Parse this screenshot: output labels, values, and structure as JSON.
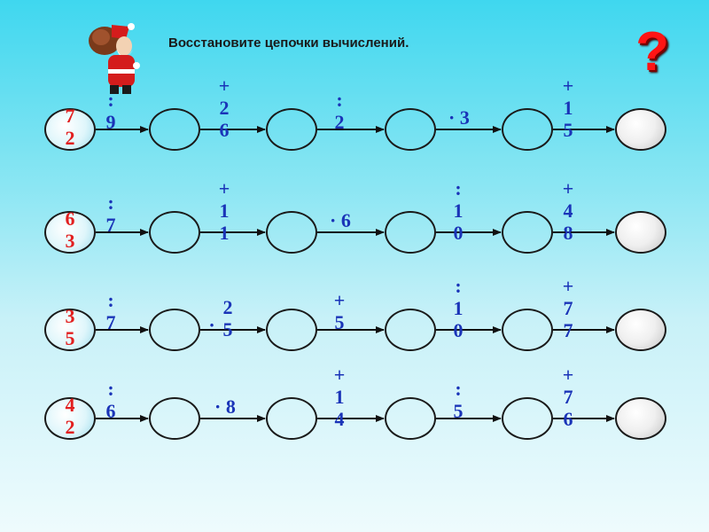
{
  "title": "Восстановите цепочки вычислений.",
  "question_mark": "?",
  "colors": {
    "start_number": "#e21f1f",
    "operation": "#1a34b8",
    "question": "#ff1414"
  },
  "icons": {
    "mascot": "santa-claus-character-icon"
  },
  "chains": [
    {
      "start": [
        "7",
        "2"
      ],
      "ops": [
        {
          "kind": "vertical",
          "lines": [
            ":",
            "9"
          ]
        },
        {
          "kind": "vertical",
          "lines": [
            "+",
            "2",
            "6"
          ]
        },
        {
          "kind": "vertical",
          "lines": [
            ":",
            "2"
          ]
        },
        {
          "kind": "inline",
          "text": "· 3"
        },
        {
          "kind": "vertical",
          "lines": [
            "+",
            "1",
            "5"
          ]
        }
      ]
    },
    {
      "start": [
        "6",
        "3"
      ],
      "ops": [
        {
          "kind": "vertical",
          "lines": [
            ":",
            "7"
          ]
        },
        {
          "kind": "vertical",
          "lines": [
            "+",
            "1",
            "1"
          ]
        },
        {
          "kind": "inline",
          "text": "· 6"
        },
        {
          "kind": "vertical",
          "lines": [
            ":",
            "1",
            "0"
          ]
        },
        {
          "kind": "vertical",
          "lines": [
            "+",
            "4",
            "8"
          ]
        }
      ]
    },
    {
      "start": [
        "3",
        "5"
      ],
      "ops": [
        {
          "kind": "vertical",
          "lines": [
            ":",
            "7"
          ]
        },
        {
          "kind": "dotpair",
          "dot": "·",
          "lines": [
            "2",
            "5"
          ]
        },
        {
          "kind": "vertical",
          "lines": [
            "+",
            "5"
          ]
        },
        {
          "kind": "vertical",
          "lines": [
            ":",
            "1",
            "0"
          ]
        },
        {
          "kind": "vertical",
          "lines": [
            "+",
            "7",
            "7"
          ]
        }
      ]
    },
    {
      "start": [
        "4",
        "2"
      ],
      "ops": [
        {
          "kind": "vertical",
          "lines": [
            ":",
            "6"
          ]
        },
        {
          "kind": "inline",
          "text": "· 8"
        },
        {
          "kind": "vertical",
          "lines": [
            "+",
            "1",
            "4"
          ]
        },
        {
          "kind": "vertical",
          "lines": [
            ":",
            "5"
          ]
        },
        {
          "kind": "vertical",
          "lines": [
            "+",
            "7",
            "6"
          ]
        }
      ]
    }
  ]
}
